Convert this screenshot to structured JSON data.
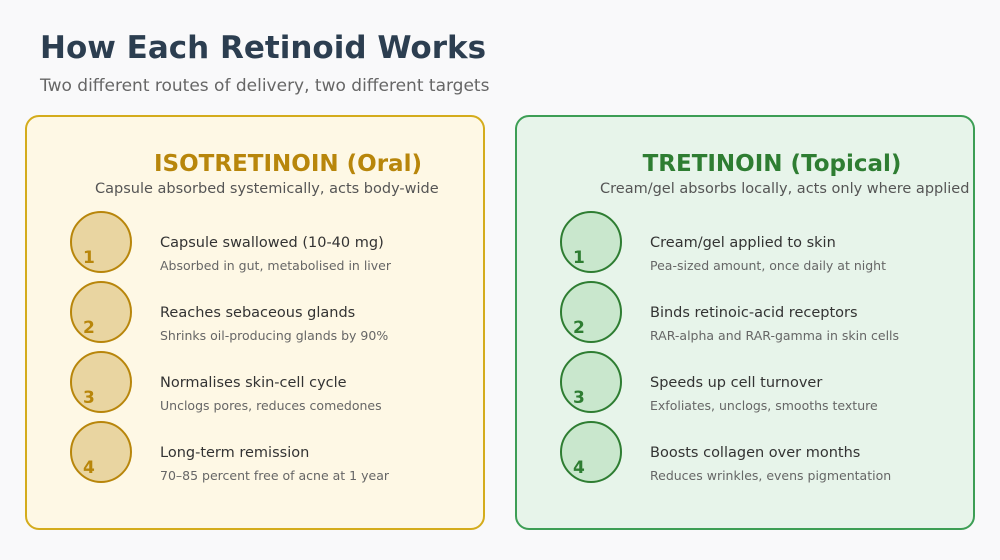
{
  "header": {
    "title": "How Each Retinoid Works",
    "subtitle": "Two different routes of delivery, two different targets"
  },
  "colors": {
    "oral_accent": "#b8860b",
    "oral_border": "#d4ac1c",
    "oral_bg": "#fef8e5",
    "topical_accent": "#2e7d32",
    "topical_border": "#3d9e55",
    "topical_bg": "#e7f4ea"
  },
  "panels": [
    {
      "title": "ISOTRETINOIN (Oral)",
      "subtitle": "Capsule absorbed systemically, acts body-wide",
      "steps": [
        {
          "num": "1",
          "main": "Capsule swallowed (10-40 mg)",
          "detail": "Absorbed in gut, metabolised in liver"
        },
        {
          "num": "2",
          "main": "Reaches sebaceous glands",
          "detail": "Shrinks oil-producing glands by 90%"
        },
        {
          "num": "3",
          "main": "Normalises skin-cell cycle",
          "detail": "Unclogs pores, reduces comedones"
        },
        {
          "num": "4",
          "main": "Long-term remission",
          "detail": "70–85 percent free of acne at 1 year"
        }
      ]
    },
    {
      "title": "TRETINOIN (Topical)",
      "subtitle": "Cream/gel absorbs locally, acts only where applied",
      "steps": [
        {
          "num": "1",
          "main": "Cream/gel applied to skin",
          "detail": "Pea-sized amount, once daily at night"
        },
        {
          "num": "2",
          "main": "Binds retinoic-acid receptors",
          "detail": "RAR-alpha and RAR-gamma in skin cells"
        },
        {
          "num": "3",
          "main": "Speeds up cell turnover",
          "detail": "Exfoliates, unclogs, smooths texture"
        },
        {
          "num": "4",
          "main": "Boosts collagen over months",
          "detail": "Reduces wrinkles, evens pigmentation"
        }
      ]
    }
  ]
}
